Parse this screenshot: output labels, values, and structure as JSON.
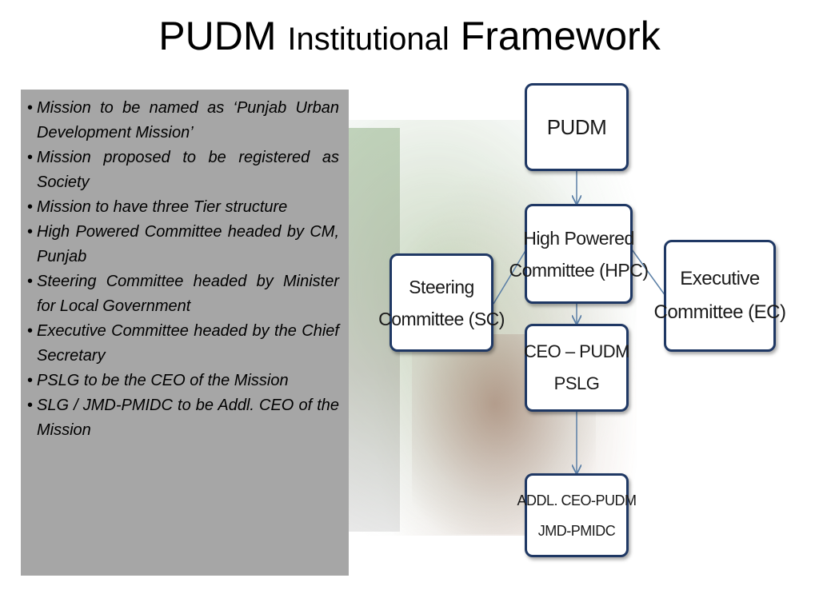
{
  "title": {
    "part1": "PUDM",
    "part2": "Institutional",
    "part3": "Framework"
  },
  "bullets": [
    "Mission to be named as ‘Punjab Urban Development Mission’",
    "Mission proposed to be registered as Society",
    "Mission to have three Tier structure",
    "High Powered Committee headed by CM, Punjab",
    "Steering Committee headed by Minister for Local Government",
    "Executive Committee headed by the Chief Secretary",
    "PSLG to be the CEO of the Mission",
    "SLG / JMD-PMIDC to be Addl. CEO of the Mission"
  ],
  "org_chart": {
    "pudm": {
      "line1": "PUDM"
    },
    "hpc": {
      "line1": "High Powered",
      "line2": "Committee (HPC)"
    },
    "sc": {
      "line1": "Steering",
      "line2": "Committee (SC)"
    },
    "ec": {
      "line1": "Executive",
      "line2": "Committee (EC)"
    },
    "ceo": {
      "line1": "CEO – PUDM",
      "line2": "PSLG"
    },
    "addl": {
      "line1": "ADDL. CEO-PUDM",
      "line2": "JMD-PMIDC"
    },
    "colors": {
      "border": "#1f3864",
      "connector": "#5b7fa6"
    }
  }
}
